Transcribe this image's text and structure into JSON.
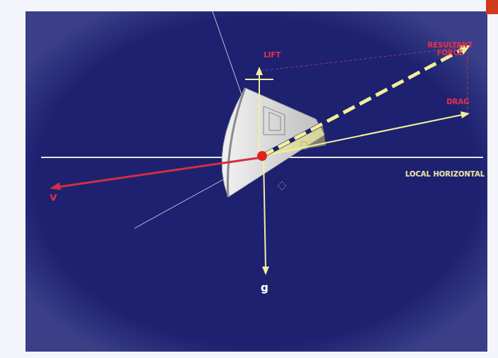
{
  "diagram": {
    "labels": [
      "RESULTANT FORCE",
      "LIFT",
      "DRAG",
      "LOCAL HORIZONTAL",
      "V",
      "g"
    ]
  }
}
